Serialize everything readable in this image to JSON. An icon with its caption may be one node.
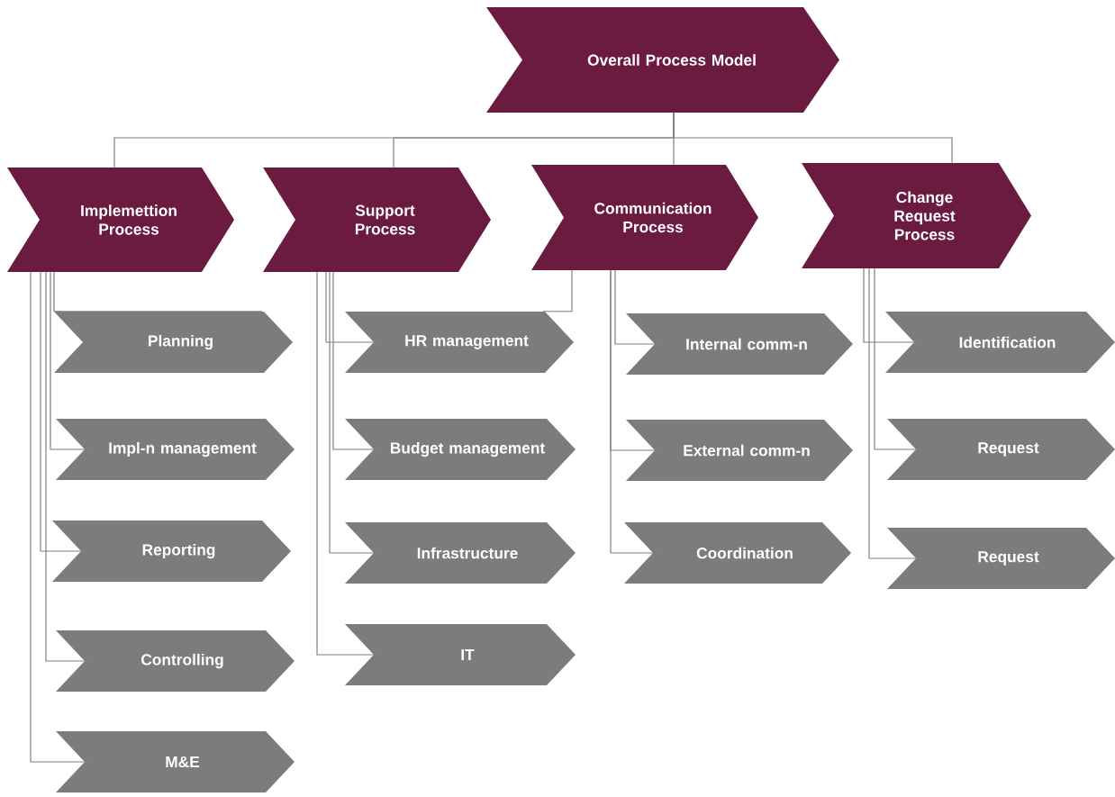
{
  "diagram": {
    "nodes": [
      {
        "text": [
          "Overall Process Model"
        ]
      },
      {
        "text": [
          "Implemettion Process"
        ]
      },
      {
        "text": [
          "Support Process"
        ]
      },
      {
        "text": [
          "Communication Process"
        ]
      },
      {
        "text": [
          "Change Request Process"
        ]
      },
      {
        "text": [
          "Planning"
        ]
      },
      {
        "text": [
          "Impl-n management"
        ]
      },
      {
        "text": [
          "Reporting"
        ]
      },
      {
        "text": [
          "Controlling"
        ]
      },
      {
        "text": [
          "M&E"
        ]
      },
      {
        "text": [
          "HR management"
        ]
      },
      {
        "text": [
          "Budget management"
        ]
      },
      {
        "text": [
          "Infrastructure"
        ]
      },
      {
        "text": [
          "IT"
        ]
      },
      {
        "text": [
          "Internal comm-n"
        ]
      },
      {
        "text": [
          "External comm-n"
        ]
      },
      {
        "text": [
          "Coordination"
        ]
      },
      {
        "text": [
          "Identification"
        ]
      },
      {
        "text": [
          "Request"
        ]
      },
      {
        "text": [
          "Request"
        ]
      }
    ],
    "edges": [
      {
        "from": 0,
        "to": 1,
        "arrow": "none"
      },
      {
        "from": 0,
        "to": 2,
        "arrow": "none"
      },
      {
        "from": 0,
        "to": 3,
        "arrow": "none"
      },
      {
        "from": 0,
        "to": 4,
        "arrow": "none"
      },
      {
        "from": 1,
        "to": 5,
        "arrow": "none"
      },
      {
        "from": 1,
        "to": 6,
        "arrow": "none"
      },
      {
        "from": 1,
        "to": 7,
        "arrow": "none"
      },
      {
        "from": 1,
        "to": 8,
        "arrow": "none"
      },
      {
        "from": 1,
        "to": 9,
        "arrow": "none"
      },
      {
        "from": 2,
        "to": 10,
        "arrow": "none"
      },
      {
        "from": 2,
        "to": 11,
        "arrow": "none"
      },
      {
        "from": 2,
        "to": 12,
        "arrow": "none"
      },
      {
        "from": 2,
        "to": 13,
        "arrow": "none"
      },
      {
        "from": 3,
        "to": 10,
        "arrow": "none"
      },
      {
        "from": 3,
        "to": 14,
        "arrow": "none"
      },
      {
        "from": 3,
        "to": 15,
        "arrow": "none"
      },
      {
        "from": 3,
        "to": 16,
        "arrow": "none"
      },
      {
        "from": 4,
        "to": 17,
        "arrow": "none"
      },
      {
        "from": 4,
        "to": 18,
        "arrow": "none"
      },
      {
        "from": 4,
        "to": 19,
        "arrow": "none"
      }
    ]
  }
}
